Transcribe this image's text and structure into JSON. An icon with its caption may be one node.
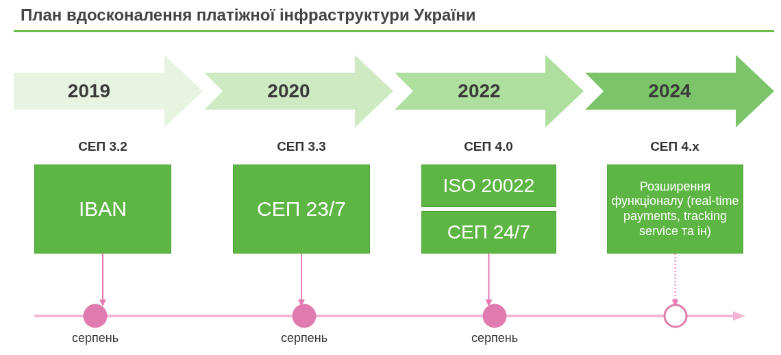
{
  "diagram": {
    "title": "План вдосконалення платіжної інфраструктури України",
    "nodes": [
      {
        "text": [
          "2019"
        ]
      },
      {
        "text": [
          "2020"
        ]
      },
      {
        "text": [
          "2022"
        ]
      },
      {
        "text": [
          "2024"
        ]
      },
      {
        "text": [
          "СЕП 3.2",
          "IBAN"
        ]
      },
      {
        "text": [
          "СЕП 3.3",
          "СЕП 23/7"
        ]
      },
      {
        "text": [
          "СЕП 4.0",
          "ISO 20022"
        ]
      },
      {
        "text": [
          "СЕП 24/7"
        ]
      },
      {
        "text": [
          "СЕП 4.x",
          "Розширення функціоналу (real-time payments, tracking service та ін)"
        ]
      },
      {
        "text": [],
        "shape": "circle",
        "beside": [
          "серпень"
        ]
      },
      {
        "text": [],
        "shape": "circle",
        "beside": [
          "серпень"
        ]
      },
      {
        "text": [],
        "shape": "circle",
        "beside": [
          "серпень"
        ]
      },
      {
        "text": [],
        "shape": "circle"
      }
    ],
    "edges": [
      {
        "from": 4,
        "to": 9,
        "arrow": "to"
      },
      {
        "from": 5,
        "to": 10,
        "arrow": "to"
      },
      {
        "from": 7,
        "to": 11,
        "arrow": "to"
      },
      {
        "from": 8,
        "to": 12,
        "arrow": "to",
        "style": "dashed"
      }
    ]
  }
}
